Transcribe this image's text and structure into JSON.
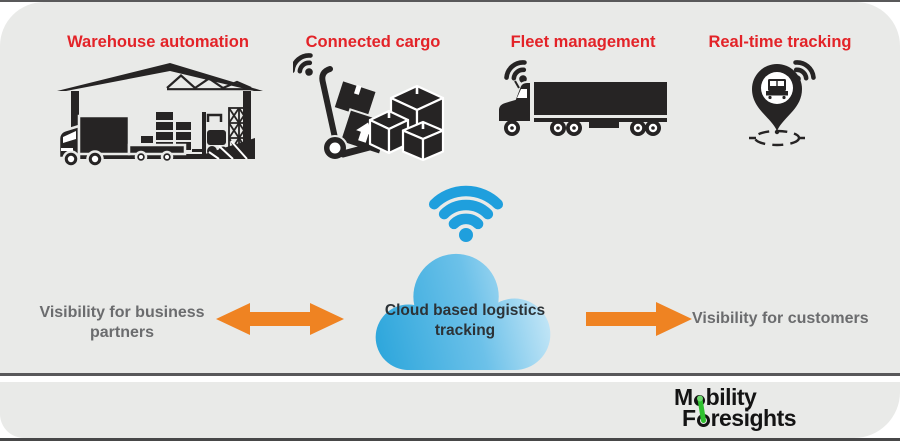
{
  "diagram": {
    "categories": [
      {
        "label": "Warehouse automation",
        "icon": "warehouse-icon"
      },
      {
        "label": "Connected cargo",
        "icon": "connected-cargo-icon"
      },
      {
        "label": "Fleet management",
        "icon": "fleet-truck-icon"
      },
      {
        "label": "Real-time tracking",
        "icon": "location-pin-icon"
      }
    ],
    "center": {
      "cloud_label": "Cloud based logistics tracking",
      "icons": [
        "wifi-icon",
        "cloud-icon"
      ]
    },
    "left_label": "Visibility for business partners",
    "right_label": "Visibility for customers",
    "arrows": [
      {
        "name": "double-headed-arrow",
        "direction": "left-right"
      },
      {
        "name": "right-arrow",
        "direction": "right"
      }
    ]
  },
  "footer": {
    "logo_word1_pre": "M",
    "logo_word1_post": "bility",
    "logo_word2_pre": "F",
    "logo_word2_post": "resights"
  },
  "colors": {
    "heading_red": "#e32328",
    "arrow_orange": "#ef8322",
    "wifi_blue": "#1f9fdd",
    "cloud_blue_dark": "#2fa7dc",
    "cloud_blue_light": "#cdeaf8",
    "icon_black": "#262424",
    "label_gray": "#6b6c6e",
    "logo_green": "#2fc12f",
    "panel_gray": "#e9eae8",
    "edge_dark": "#4a4a4b"
  }
}
